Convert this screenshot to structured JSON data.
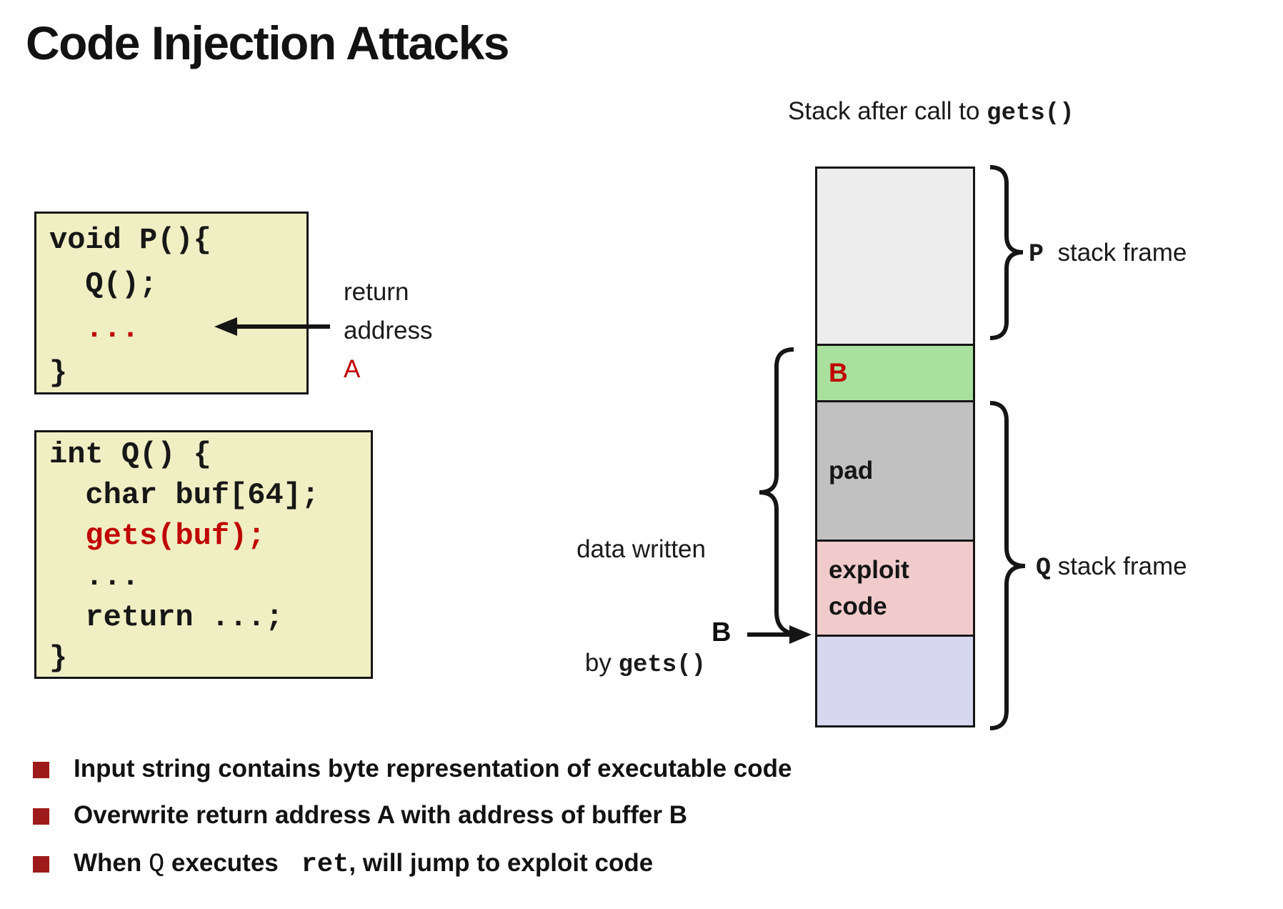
{
  "title": "Code Injection Attacks",
  "stack_heading": {
    "prefix": "Stack after call to ",
    "func": "gets()"
  },
  "code_box_p": {
    "line1": "void P(){",
    "line2": "  Q();",
    "line3": "  ...",
    "line4": "}"
  },
  "code_box_q": {
    "line1": "int Q() {",
    "line2": "  char buf[64];",
    "line3": "  gets(buf);",
    "line4": "  ...",
    "line5": "  return ...;",
    "line6": "}"
  },
  "return_address_label": {
    "line1": "return",
    "line2": "address",
    "line3": "A"
  },
  "data_written_label": {
    "line1": "data written",
    "line2_prefix": "by ",
    "line2_func": "gets()"
  },
  "stack": {
    "b_label": "B",
    "pad_label": "pad",
    "exploit_label_line1": "exploit",
    "exploit_label_line2": "code",
    "p_frame_label": {
      "func": "P",
      "text": "  stack frame"
    },
    "q_frame_label": {
      "func": "Q",
      "text": " stack frame"
    },
    "b_pointer_label": "B"
  },
  "bullets": {
    "item1": "Input string contains byte representation of executable code",
    "item2": "Overwrite return address A with address of buffer B",
    "item3": {
      "part1": "When ",
      "mono1": "Q",
      "part2": " executes ",
      "mono2": " ret",
      "part3": ", will jump to exploit code"
    }
  },
  "colors": {
    "accent_red": "#C00000",
    "bullet_red": "#9E1B1B",
    "code_box_fill": "#F0EEC3",
    "p_frame_gray": "#EDEDED",
    "return_addr_green": "#A9E09E",
    "pad_gray": "#C1C1C1",
    "exploit_pink": "#F1CBCB",
    "buffer_lavender": "#D7D7F0"
  }
}
